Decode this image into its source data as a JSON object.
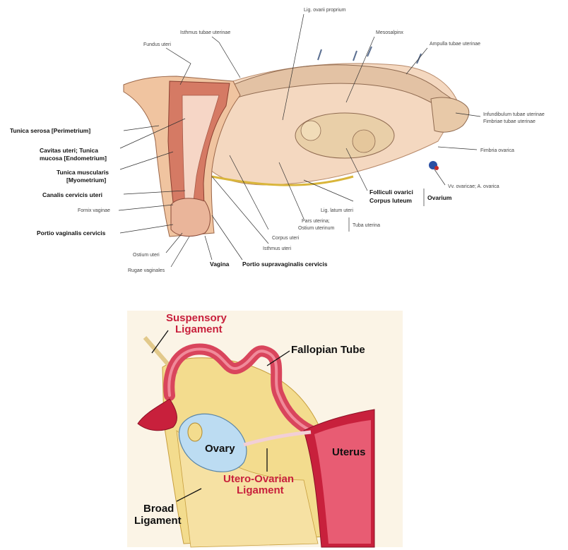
{
  "top_figure": {
    "labels": {
      "lig_ovarii_proprium": "Lig. ovarii proprium",
      "isthmus_tubae": "Isthmus tubae uterinae",
      "mesosalpinx": "Mesosalpinx",
      "ampulla": "Ampulla tubae uterinae",
      "fundus": "Fundus uteri",
      "infundibulum": "Infundibulum tubae uterinae",
      "fimbriae": "Fimbriae tubae uterinae",
      "fimbria_ovarica": "Fimbria ovarica",
      "vv_ovaricae": "Vv. ovaricae; A. ovarica",
      "tunica_serosa": "Tunica serosa [Perimetrium]",
      "cavitas_1": "Cavitas uteri; Tunica",
      "cavitas_2": "mucosa [Endometrium]",
      "tunica_muscularis_1": "Tunica muscularis",
      "tunica_muscularis_2": "[Myometrium]",
      "canalis": "Canalis cervicis uteri",
      "fornix": "Fornix vaginae",
      "portio_vaginalis": "Portio vaginalis cervicis",
      "folliculi": "Folliculi ovarici",
      "corpus_luteum": "Corpus luteum",
      "ovarium": "Ovarium",
      "lig_latum": "Lig. latum uteri",
      "pars_uterina": "Pars uterina;",
      "ostium_uterinum": "Ostium uterinum",
      "tuba_uterina": "Tuba uterina",
      "corpus_uteri": "Corpus uteri",
      "isthmus_uteri": "Isthmus uteri",
      "ostium_uteri": "Ostium uteri",
      "rugae": "Rugae vaginales",
      "vagina": "Vagina",
      "portio_supravaginalis": "Portio supravaginalis cervicis"
    }
  },
  "bottom_figure": {
    "labels": {
      "suspensory_1": "Suspensory",
      "suspensory_2": "Ligament",
      "fallopian": "Fallopian Tube",
      "ovary": "Ovary",
      "uterus": "Uterus",
      "utero_ovarian_1": "Utero-Ovarian",
      "utero_ovarian_2": "Ligament",
      "broad_1": "Broad",
      "broad_2": "Ligament"
    }
  },
  "colors": {
    "flesh": "#f2c9a3",
    "muscle": "#d97762",
    "pink_red": "#c8203c",
    "tube_red": "#d9455c",
    "yellow": "#f3dc8e",
    "ovary_blue": "#bcdcf2"
  }
}
